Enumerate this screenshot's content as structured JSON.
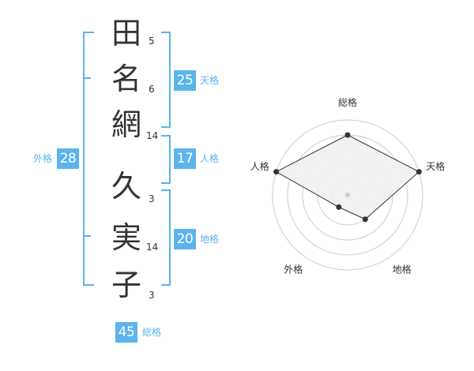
{
  "name": {
    "characters": [
      {
        "char": "田",
        "strokes": "5"
      },
      {
        "char": "名",
        "strokes": "6"
      },
      {
        "char": "網",
        "strokes": "14"
      },
      {
        "char": "久",
        "strokes": "3"
      },
      {
        "char": "実",
        "strokes": "14"
      },
      {
        "char": "子",
        "strokes": "3"
      }
    ]
  },
  "fortune": {
    "tenkaku": {
      "label": "天格",
      "value": "25"
    },
    "jinkaku": {
      "label": "人格",
      "value": "17"
    },
    "chikaku": {
      "label": "地格",
      "value": "20"
    },
    "gaikaku": {
      "label": "外格",
      "value": "28"
    },
    "soukaku": {
      "label": "総格",
      "value": "45"
    }
  },
  "chart_data": {
    "type": "radar",
    "axes": [
      "総格",
      "天格",
      "地格",
      "外格",
      "人格"
    ],
    "scale": [
      0,
      5
    ],
    "rings": 5,
    "values": [
      4,
      5,
      2,
      1,
      5
    ]
  },
  "colors": {
    "accent": "#5bb4ec",
    "text": "#333333",
    "ring": "#cccccc",
    "polygon_fill": "#f0f0f0",
    "polygon_stroke": "#333333",
    "center_dot": "#cccccc"
  }
}
